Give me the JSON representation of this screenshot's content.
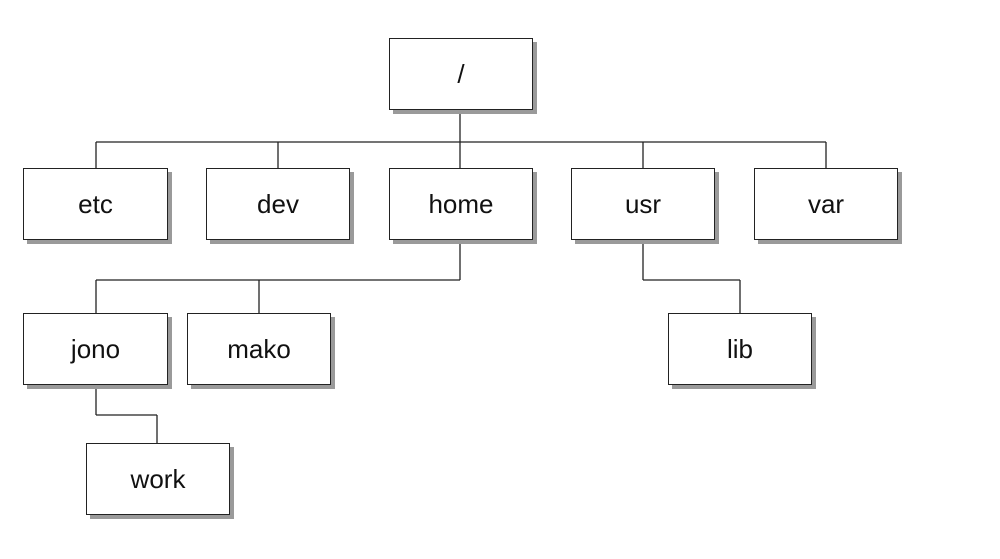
{
  "tree": {
    "root": {
      "label": "/"
    },
    "level1": [
      {
        "label": "etc"
      },
      {
        "label": "dev"
      },
      {
        "label": "home"
      },
      {
        "label": "usr"
      },
      {
        "label": "var"
      }
    ],
    "home_children": [
      {
        "label": "jono"
      },
      {
        "label": "mako"
      }
    ],
    "usr_children": [
      {
        "label": "lib"
      }
    ],
    "jono_children": [
      {
        "label": "work"
      }
    ]
  },
  "colors": {
    "border": "#222222",
    "shadow": "#9a9a9a",
    "background": "#ffffff"
  }
}
